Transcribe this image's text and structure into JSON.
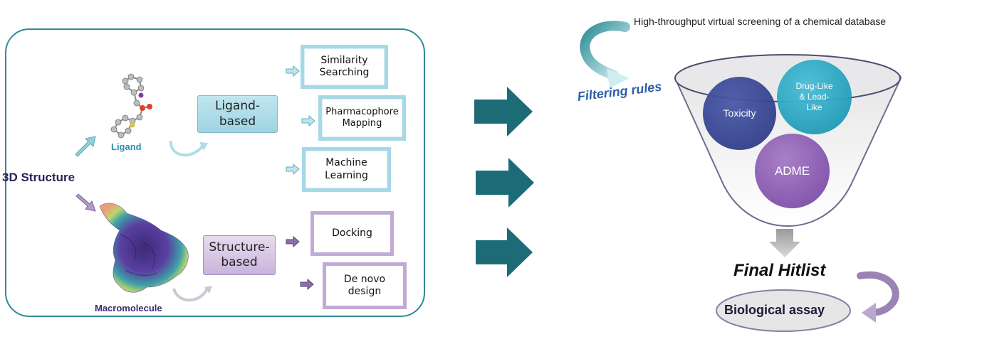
{
  "left_panel": {
    "root_label": "3D Structure",
    "ligand_label": "Ligand",
    "macromolecule_label": "Macromolecule",
    "ligand_based": "Ligand-\nbased",
    "structure_based": "Structure-\nbased",
    "ligand_methods": [
      "Similarity\nSearching",
      "Pharmacophore\nMapping",
      "Machine\nLearning"
    ],
    "structure_methods": [
      "Docking",
      "De novo\ndesign"
    ]
  },
  "right_panel": {
    "title": "High-throughput virtual screening of a chemical database",
    "filtering_rules": "Filtering rules",
    "circles": [
      "Toxicity",
      "Drug-Like\n& Lead-\nLike",
      "ADME"
    ],
    "final_hitlist": "Final Hitlist",
    "biological_assay": "Biological assay"
  },
  "colors": {
    "panel_border": "#2f8a96",
    "ligand_blue": "#a6d8e8",
    "structure_purple": "#c2aad6",
    "big_arrow": "#1e6b78",
    "toxicity": "#3a4796",
    "druglike": "#1aa3c2",
    "adme": "#8a5ab4"
  }
}
